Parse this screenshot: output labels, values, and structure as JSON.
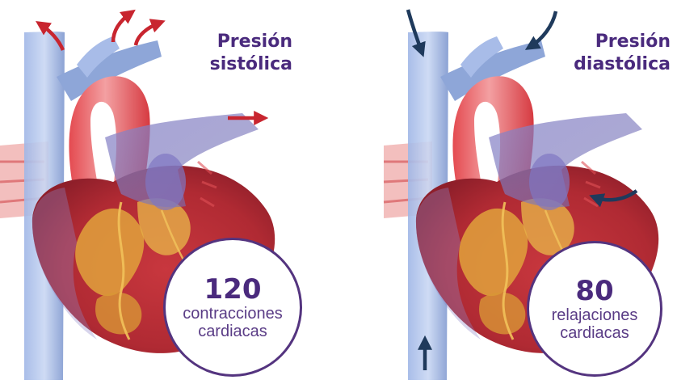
{
  "systolic": {
    "title_line1": "Presión",
    "title_line2": "sistólica",
    "value": "120",
    "label_line1": "contracciones",
    "label_line2": "cardiacas",
    "arrow_color": "#c8252f"
  },
  "diastolic": {
    "title_line1": "Presión",
    "title_line2": "diastólica",
    "value": "80",
    "label_line1": "relajaciones",
    "label_line2": "cardiacas",
    "arrow_color": "#1f3a5c"
  },
  "colors": {
    "title": "#4a2a7d",
    "badge_border": "#54347f",
    "vein_blue": "#8ea6d8",
    "aorta_red": "#e35a5e",
    "heart_muscle": "#b8323a",
    "fat_yellow": "#e2a43b"
  }
}
